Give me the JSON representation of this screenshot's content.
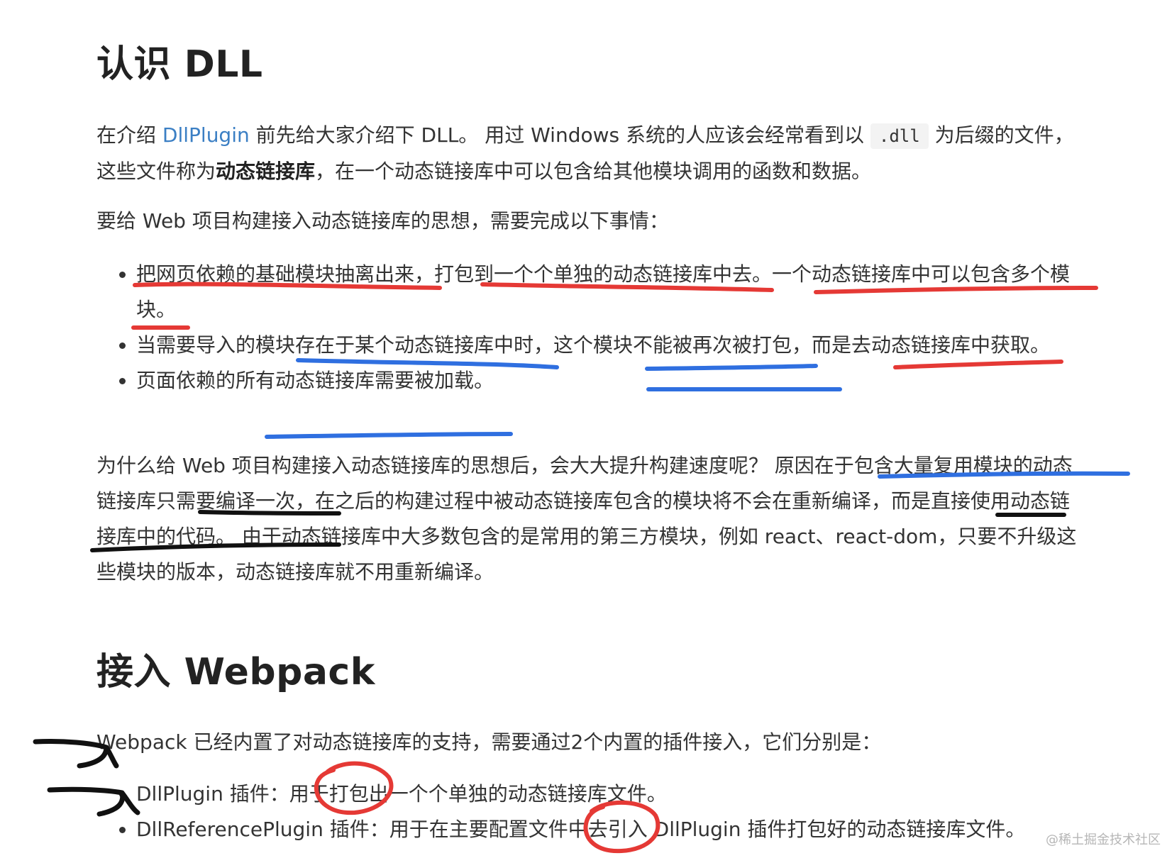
{
  "section1": {
    "heading": "认识 DLL",
    "intro": {
      "t1": "在介绍 ",
      "link": "DllPlugin",
      "t2": " 前先给大家介绍下 DLL。 用过 Windows 系统的人应该会经常看到以 ",
      "code": ".dll",
      "t3": " 为后缀的文件，这些文件称为",
      "bold": "动态链接库",
      "t4": "，在一个动态链接库中可以包含给其他模块调用的函数和数据。"
    },
    "lead": "要给 Web 项目构建接入动态链接库的思想，需要完成以下事情：",
    "bullets": [
      "把网页依赖的基础模块抽离出来，打包到一个个单独的动态链接库中去。一个动态链接库中可以包含多个模块。",
      "当需要导入的模块存在于某个动态链接库中时，这个模块不能被再次被打包，而是去动态链接库中获取。",
      "页面依赖的所有动态链接库需要被加载。"
    ],
    "why": "为什么给 Web 项目构建接入动态链接库的思想后，会大大提升构建速度呢？ 原因在于包含大量复用模块的动态链接库只需要编译一次，在之后的构建过程中被动态链接库包含的模块将不会在重新编译，而是直接使用动态链接库中的代码。 由于动态链接库中大多数包含的是常用的第三方模块，例如 react、react-dom，只要不升级这些模块的版本，动态链接库就不用重新编译。"
  },
  "section2": {
    "heading": "接入 Webpack",
    "lead": "Webpack 已经内置了对动态链接库的支持，需要通过2个内置的插件接入，它们分别是：",
    "bullets": [
      "DllPlugin 插件：用于打包出一个个单独的动态链接库文件。",
      "DllReferencePlugin 插件：用于在主要配置文件中去引入 DllPlugin 插件打包好的动态链接库文件。"
    ]
  },
  "watermark": "@稀土掘金技术社区",
  "colors": {
    "red_mark": "#e53935",
    "blue_mark": "#2f6fe0",
    "black_mark": "#111111",
    "link": "#3b7fc4"
  }
}
